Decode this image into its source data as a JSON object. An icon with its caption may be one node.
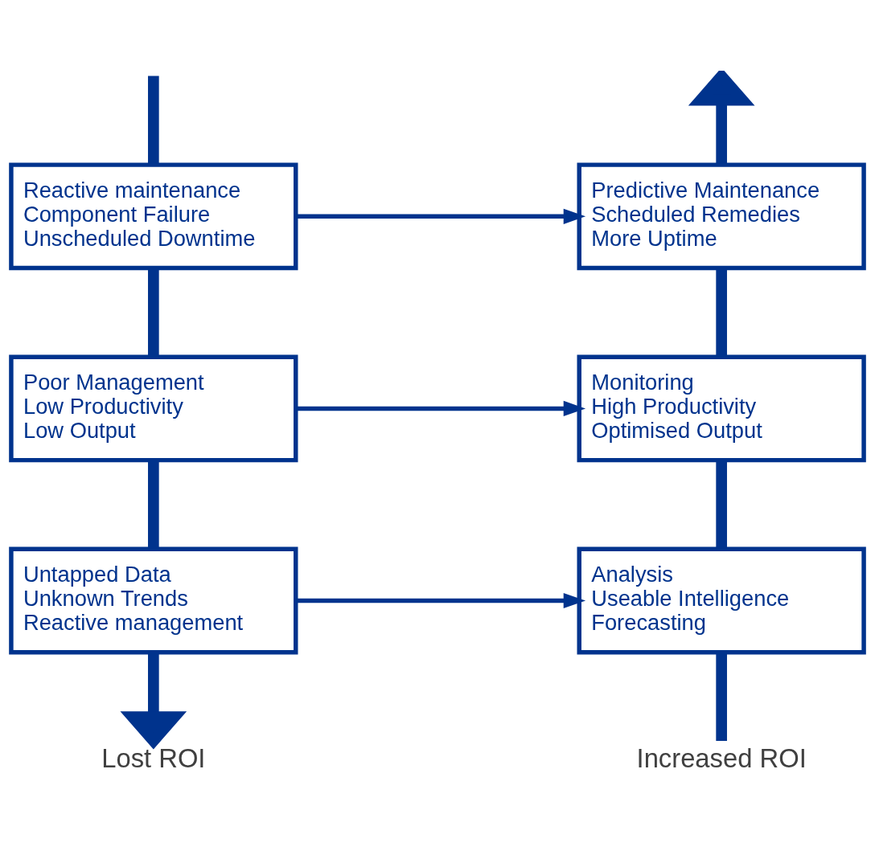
{
  "diagram": {
    "nodes": [
      {
        "text": [
          "Reactive maintenance",
          "Component Failure",
          "Unscheduled Downtime"
        ]
      },
      {
        "text": [
          "Poor Management",
          "Low Productivity",
          "Low Output"
        ]
      },
      {
        "text": [
          "Untapped Data",
          "Unknown Trends",
          "Reactive management"
        ]
      },
      {
        "text": [
          "Predictive Maintenance",
          "Scheduled Remedies",
          "More Uptime"
        ]
      },
      {
        "text": [
          "Monitoring",
          "High Productivity",
          "Optimised Output"
        ]
      },
      {
        "text": [
          "Analysis",
          "Useable Intelligence",
          "Forecasting"
        ]
      },
      {
        "text": [
          "Lost ROI"
        ]
      },
      {
        "text": [
          "Increased ROI"
        ]
      }
    ],
    "edges": [
      {
        "from": null,
        "to": 0,
        "arrow": "none"
      },
      {
        "from": 0,
        "to": 1,
        "arrow": "none"
      },
      {
        "from": 1,
        "to": 2,
        "arrow": "none"
      },
      {
        "from": 2,
        "to": 6,
        "arrow": "to"
      },
      {
        "from": 7,
        "to": 5,
        "arrow": "none"
      },
      {
        "from": 5,
        "to": 4,
        "arrow": "none"
      },
      {
        "from": 4,
        "to": 3,
        "arrow": "none"
      },
      {
        "from": 3,
        "to": null,
        "arrow": "to"
      },
      {
        "from": 0,
        "to": 3,
        "arrow": "to"
      },
      {
        "from": 1,
        "to": 4,
        "arrow": "to"
      },
      {
        "from": 2,
        "to": 5,
        "arrow": "to"
      }
    ]
  }
}
